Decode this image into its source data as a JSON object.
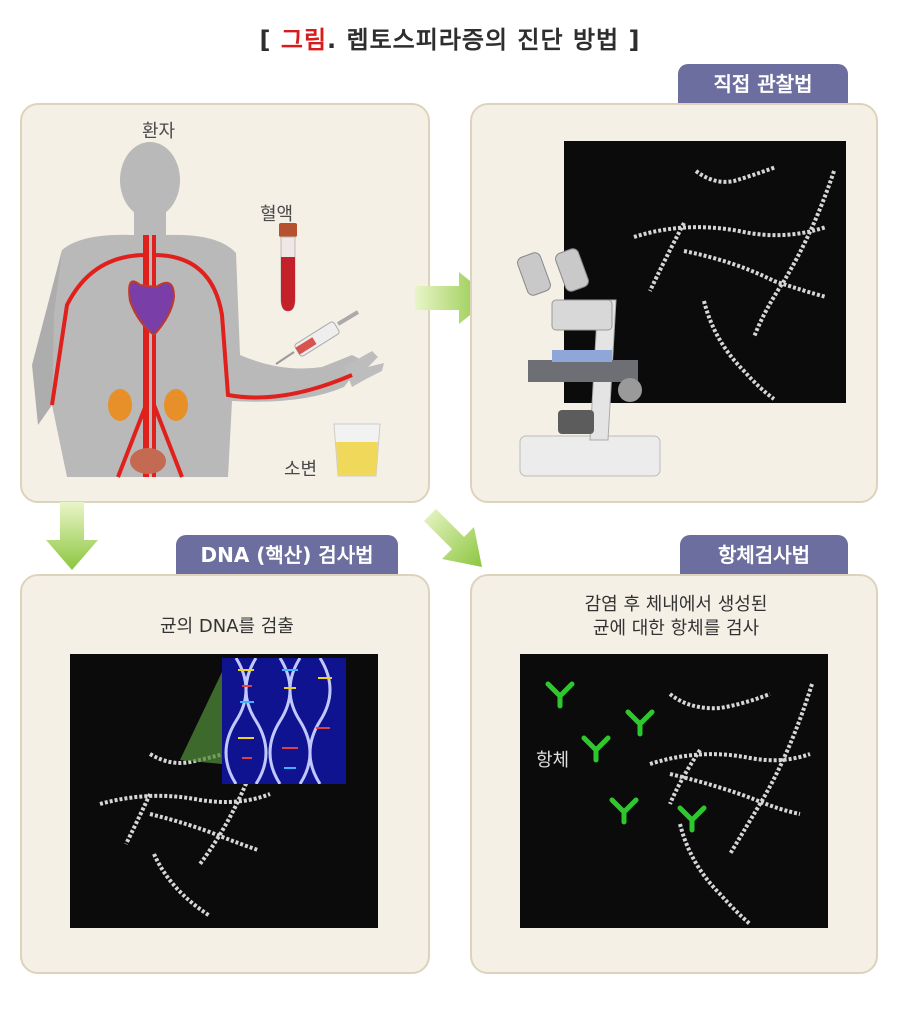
{
  "title": {
    "open": "[ ",
    "highlight": "그림",
    "rest": ". 렙토스피라증의 진단 방법 ]"
  },
  "patient_panel": {
    "patient_label": "환자",
    "blood_label": "혈액",
    "urine_label": "소변"
  },
  "direct_panel": {
    "tab": "직접 관찰법"
  },
  "dna_panel": {
    "tab": "DNA (핵산) 검사법",
    "caption": "균의 DNA를 검출"
  },
  "antibody_panel": {
    "tab": "항체검사법",
    "caption_line1": "감염 후 체내에서 생성된",
    "caption_line2": "균에 대한 항체를 검사",
    "antibody_label": "항체"
  },
  "colors": {
    "tab": "#6c6ea0",
    "panel": "#f5f0e6",
    "arrow": "#9acd32",
    "highlight": "#d81c1c",
    "antibody": "#2ec82e"
  }
}
